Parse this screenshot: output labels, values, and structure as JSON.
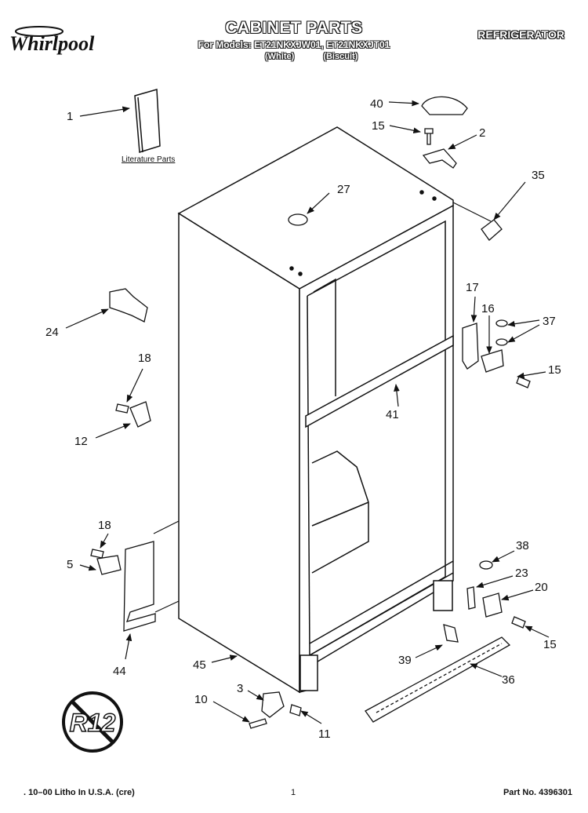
{
  "header": {
    "brand": "Whirlpool",
    "title": "CABINET PARTS",
    "models_line": "For Models: ET21NKXJW01, ET21NKXJT01",
    "variant_white": "(White)",
    "variant_biscuit": "(Biscuit)",
    "category": "REFRIGERATOR"
  },
  "diagram": {
    "literature_caption": "Literature Parts",
    "callouts": {
      "c1": "1",
      "c2": "2",
      "c3": "3",
      "c5": "5",
      "c10": "10",
      "c11": "11",
      "c12": "12",
      "c15a": "15",
      "c15b": "15",
      "c15c": "15",
      "c16": "16",
      "c17": "17",
      "c18a": "18",
      "c18b": "18",
      "c20": "20",
      "c23": "23",
      "c24": "24",
      "c27": "27",
      "c35": "35",
      "c36": "36",
      "c37": "37",
      "c38": "38",
      "c39": "39",
      "c40": "40",
      "c41": "41",
      "c44": "44",
      "c45": "45"
    },
    "r12_mark": "R12"
  },
  "footer": {
    "litho": ". 10–00 Litho In U.S.A. (cre)",
    "page": "1",
    "part_no": "Part No. 4396301"
  }
}
